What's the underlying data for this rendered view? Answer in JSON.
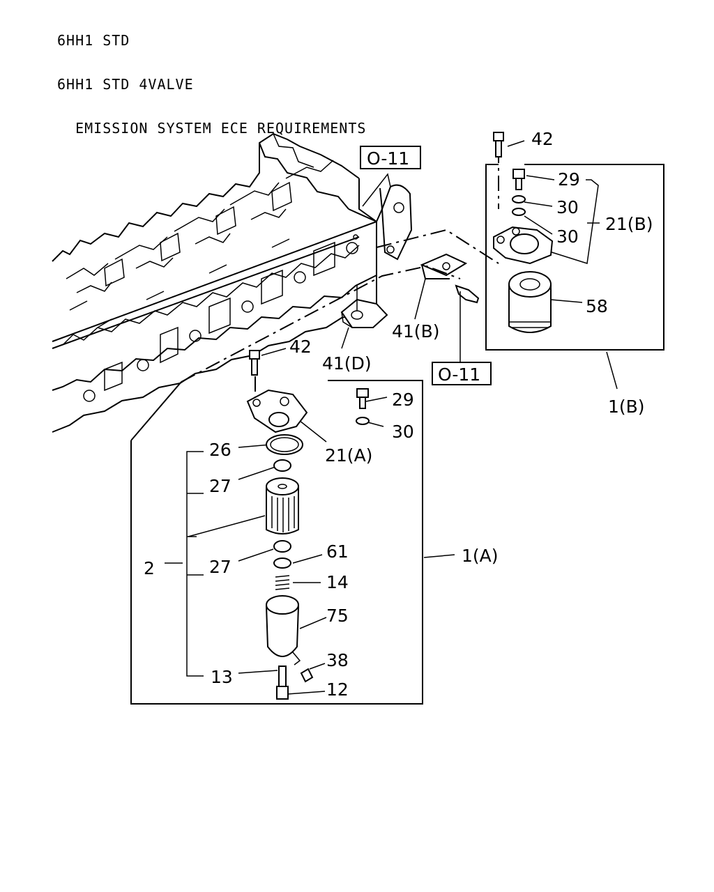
{
  "header": {
    "line1": "6HH1 STD",
    "line2": "6HH1 STD 4VALVE",
    "line3": "  EMISSION SYSTEM ECE REQUIREMENTS"
  },
  "refs": {
    "top": "O-11",
    "mid": "O-11"
  },
  "labels": {
    "p42_top": "42",
    "p29_top": "29",
    "p30_top_a": "30",
    "p30_top_b": "30",
    "p21b": "21(B)",
    "p58": "58",
    "p41b": "41(B)",
    "p41d": "41(D)",
    "p1b": "1(B)",
    "p42_mid": "42",
    "p29_mid": "29",
    "p30_mid": "30",
    "p21a": "21(A)",
    "p26": "26",
    "p27_a": "27",
    "p2": "2",
    "p27_b": "27",
    "p61": "61",
    "p14": "14",
    "p75": "75",
    "p38": "38",
    "p13": "13",
    "p12": "12",
    "p1a": "1(A)"
  }
}
